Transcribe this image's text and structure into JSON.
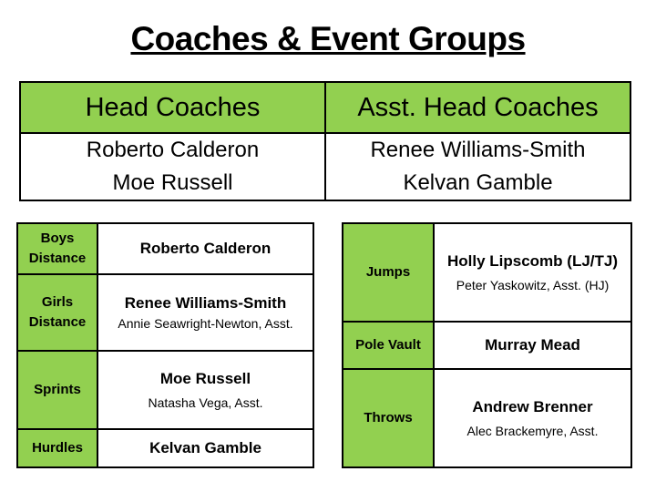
{
  "title": "Coaches & Event Groups",
  "head_table": {
    "headers": [
      "Head Coaches",
      "Asst. Head Coaches"
    ],
    "head_coaches": [
      "Roberto Calderon",
      "Moe Russell"
    ],
    "asst_head_coaches": [
      "Renee Williams-Smith",
      "Kelvan Gamble"
    ]
  },
  "left_groups": [
    {
      "event": "Boys Distance",
      "coach": "Roberto Calderon",
      "assistant": ""
    },
    {
      "event": "Girls Distance",
      "coach": "Renee Williams-Smith",
      "assistant": "Annie Seawright-Newton, Asst."
    },
    {
      "event": "Sprints",
      "coach": "Moe Russell",
      "assistant": "Natasha Vega, Asst."
    },
    {
      "event": "Hurdles",
      "coach": "Kelvan Gamble",
      "assistant": ""
    }
  ],
  "right_groups": [
    {
      "event": "Jumps",
      "coach": "Holly Lipscomb (LJ/TJ)",
      "assistant": "Peter Yaskowitz, Asst. (HJ)"
    },
    {
      "event": "Pole Vault",
      "coach": "Murray Mead",
      "assistant": ""
    },
    {
      "event": "Throws",
      "coach": "Andrew Brenner",
      "assistant": "Alec Brackemyre, Asst."
    }
  ],
  "colors": {
    "header_green": "#92d050",
    "border": "#000000"
  }
}
